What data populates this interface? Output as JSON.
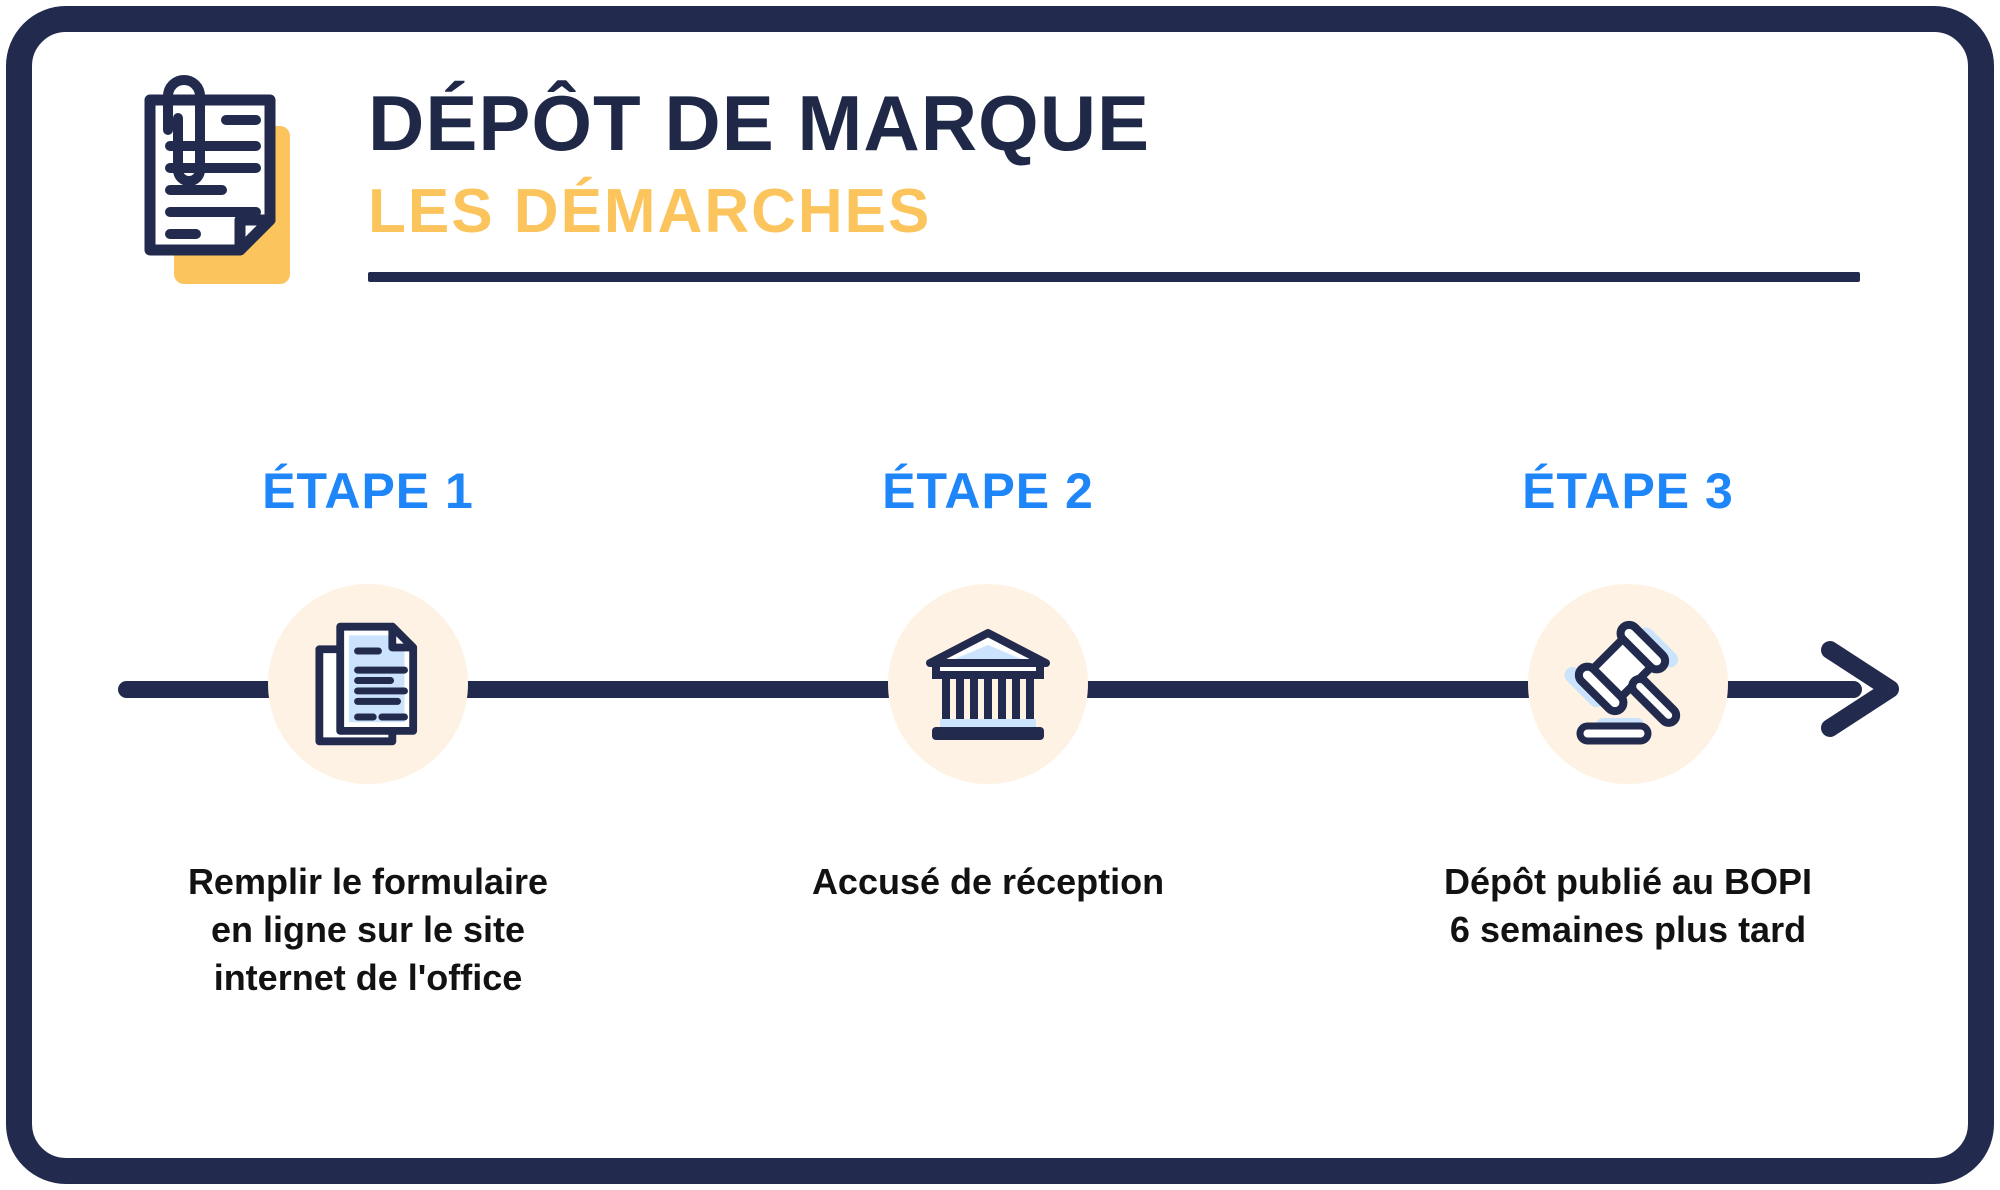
{
  "header": {
    "title": "DÉPÔT DE MARQUE",
    "subtitle": "LES DÉMARCHES"
  },
  "steps": [
    {
      "label": "ÉTAPE 1",
      "icon": "documents-icon",
      "lines": [
        "Remplir le formulaire",
        "en ligne sur le site",
        "internet de l'office"
      ]
    },
    {
      "label": "ÉTAPE 2",
      "icon": "bank-icon",
      "lines": [
        "Accusé de réception"
      ]
    },
    {
      "label": "ÉTAPE 3",
      "icon": "gavel-icon",
      "lines": [
        "Dépôt publié au BOPI",
        "6 semaines plus tard"
      ]
    }
  ],
  "colors": {
    "navy": "#222a4e",
    "title_navy": "#1f2847",
    "yellow": "#fcc45c",
    "step_blue": "#1e86f8",
    "circle_cream": "#fdf2e3",
    "icon_light_blue": "#cbe3fc",
    "body_text": "#121212",
    "background": "#ffffff"
  }
}
